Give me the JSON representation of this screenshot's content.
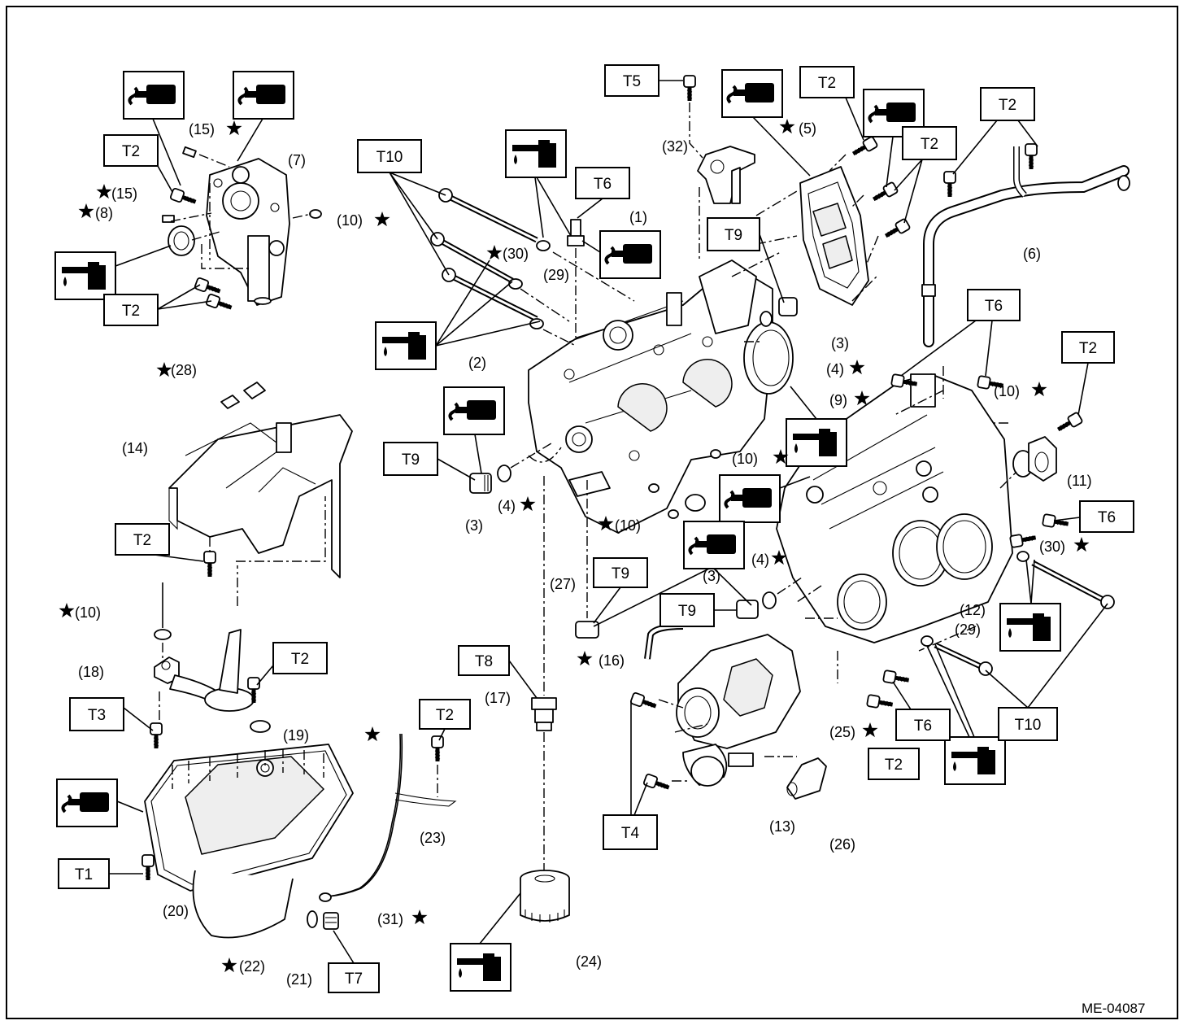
{
  "diagram_id": "ME-04087",
  "torque_labels": [
    "T1",
    "T2",
    "T3",
    "T4",
    "T5",
    "T6",
    "T7",
    "T8",
    "T9",
    "T10"
  ],
  "callouts": {
    "p1": "(1)",
    "p2": "(2)",
    "p3a": "(3)",
    "p3b": "(3)",
    "p3c": "(3)",
    "p4a": "(4)",
    "p4b": "(4)",
    "p4c": "(4)",
    "p5": "(5)",
    "p6": "(6)",
    "p7": "(7)",
    "p8": "(8)",
    "p9": "(9)",
    "p10a": "(10)",
    "p10b": "(10)",
    "p10c": "(10)",
    "p10d": "(10)",
    "p10e": "(10)",
    "p11": "(11)",
    "p12": "(12)",
    "p13": "(13)",
    "p14": "(14)",
    "p15a": "(15)",
    "p15b": "(15)",
    "p16": "(16)",
    "p17": "(17)",
    "p18": "(18)",
    "p19": "(19)",
    "p20": "(20)",
    "p21": "(21)",
    "p22": "(22)",
    "p23": "(23)",
    "p24": "(24)",
    "p25": "(25)",
    "p26": "(26)",
    "p27": "(27)",
    "p28": "(28)",
    "p29a": "(29)",
    "p29b": "(29)",
    "p30a": "(30)",
    "p30b": "(30)",
    "p31": "(31)",
    "p32": "(32)"
  },
  "symbols": {
    "replace_star": "★",
    "sealant_icon": "liquid-gasket-icon",
    "oil_icon": "engine-oil-icon"
  }
}
